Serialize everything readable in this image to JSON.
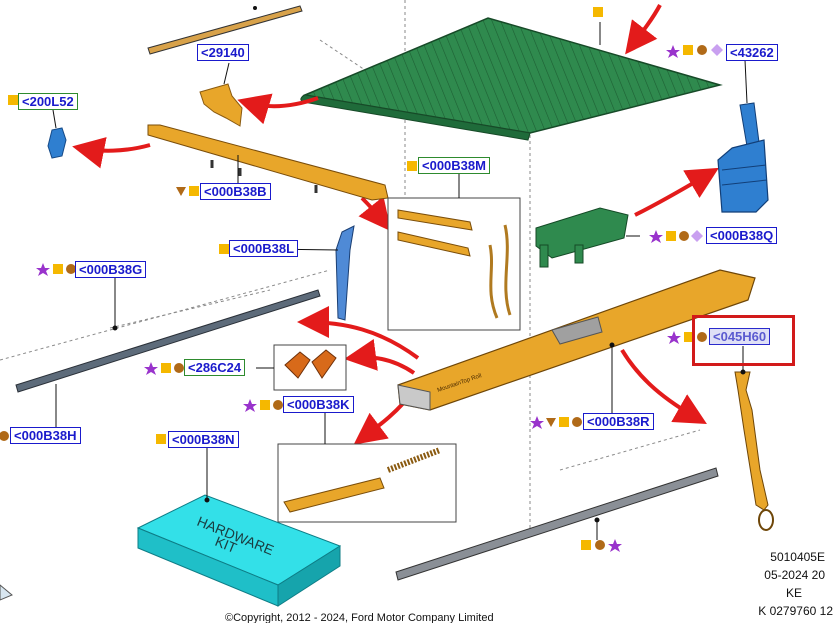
{
  "callouts": {
    "c29140": "<29140",
    "c43262": "<43262",
    "c200L52": "<200L52",
    "c000B38B": "<000B38B",
    "c000B38M": "<000B38M",
    "c000B38L": "<000B38L",
    "c000B38G": "<000B38G",
    "c000B38Q": "<000B38Q",
    "c045H60": "<045H60",
    "c286C24": "<286C24",
    "c000B38K": "<000B38K",
    "c000B38R": "<000B38R",
    "c000B38H": "<000B38H",
    "c000B38N": "<000B38N"
  },
  "hardware_kit": {
    "line1": "HARDWARE",
    "line2": "KIT"
  },
  "product_label": "MountainTop Roll",
  "footer": {
    "code1": "5010405E",
    "date": "05-2024 20",
    "region": "KE",
    "ref": "K 0279760 12",
    "copyright": "©Copyright, 2012 - 2024, Ford Motor Company Limited"
  },
  "colors": {
    "callout_text": "#1a1acc",
    "callout_border_blue": "#1a1acc",
    "callout_border_green": "#2e8b2e",
    "highlight_red": "#d21a1a",
    "arrow_red": "#e31b1b",
    "tonneau_green": "#2f8a4e",
    "rail_orange": "#e79a1a",
    "part_blue": "#2f7fd0",
    "kit_cyan": "#33e0e8",
    "symbol_star": "#9933cc",
    "symbol_square": "#f5b800",
    "symbol_circle": "#b06a18",
    "symbol_diamond": "#c9a0f0"
  },
  "icons": [
    "star-icon",
    "square-icon",
    "circle-icon",
    "diamond-icon",
    "triangle-icon"
  ]
}
